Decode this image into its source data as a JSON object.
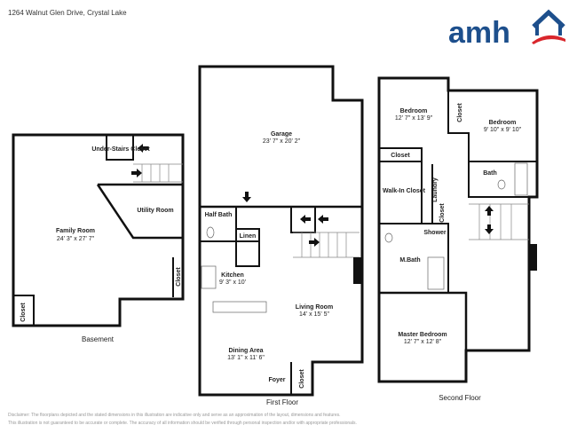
{
  "header": {
    "address": "1264 Walnut Glen Drive, Crystal Lake",
    "logo_text": "amh",
    "brand_blue": "#1d4f8c",
    "brand_red": "#d9262c"
  },
  "floors": {
    "basement": {
      "label": "Basement",
      "rooms": [
        {
          "name": "Family Room",
          "dims": "24' 3\" x 27' 7\""
        },
        {
          "name": "Utility Room",
          "dims": ""
        },
        {
          "name": "Under-Stairs Closet",
          "dims": ""
        },
        {
          "name": "Closet",
          "dims": ""
        },
        {
          "name": "Closet",
          "dims": ""
        }
      ]
    },
    "first": {
      "label": "First Floor",
      "rooms": [
        {
          "name": "Garage",
          "dims": "23' 7\" x 20' 2\""
        },
        {
          "name": "Half Bath",
          "dims": ""
        },
        {
          "name": "Linen",
          "dims": ""
        },
        {
          "name": "Kitchen",
          "dims": "9' 3\" x 10'"
        },
        {
          "name": "Living Room",
          "dims": "14' x 15' 5\""
        },
        {
          "name": "Dining Area",
          "dims": "13' 1\" x 11' 6\""
        },
        {
          "name": "Foyer",
          "dims": ""
        },
        {
          "name": "Closet",
          "dims": ""
        }
      ]
    },
    "second": {
      "label": "Second Floor",
      "rooms": [
        {
          "name": "Bedroom",
          "dims": "12' 7\" x 13' 9\""
        },
        {
          "name": "Bedroom",
          "dims": "9' 10\" x 9' 10\""
        },
        {
          "name": "Closet",
          "dims": ""
        },
        {
          "name": "Closet",
          "dims": ""
        },
        {
          "name": "Bath",
          "dims": ""
        },
        {
          "name": "Walk-In Closet",
          "dims": ""
        },
        {
          "name": "Laundry",
          "dims": ""
        },
        {
          "name": "Closet",
          "dims": ""
        },
        {
          "name": "Shower",
          "dims": ""
        },
        {
          "name": "M.Bath",
          "dims": ""
        },
        {
          "name": "Master Bedroom",
          "dims": "12' 7\" x 12' 8\""
        }
      ]
    }
  },
  "disclaimer": {
    "line1": "Disclaimer: The floorplans depicted and the stated dimensions in this illustration are indicative only and serve as an approximation of the layout, dimensions and features.",
    "line2": "This illustration is not guaranteed to be accurate or complete. The accuracy of all information should be verified through personal inspection and/or with appropriate professionals."
  }
}
